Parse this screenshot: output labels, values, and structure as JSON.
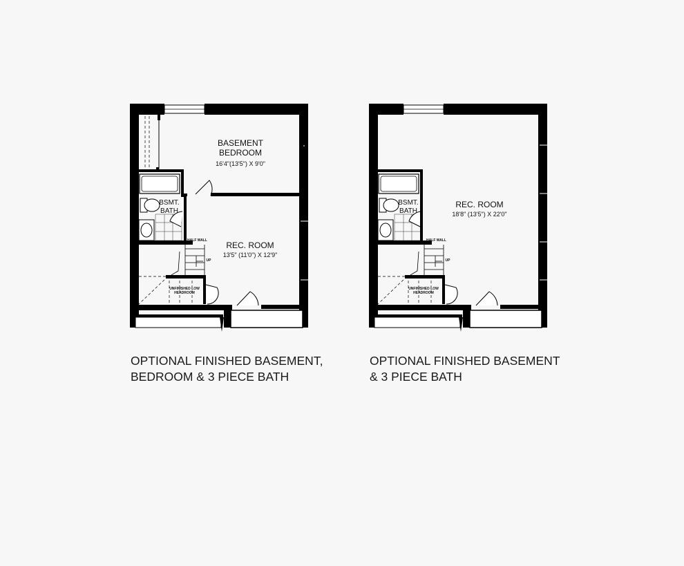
{
  "plan_a": {
    "bedroom_name": "BASEMENT\nBEDROOM",
    "bedroom_dims": "16'4\"(13'5\") X 9'0\"",
    "bath_name": "BSMT.\nBATH",
    "half_wall": "HALF WALL",
    "up": "UP",
    "unfinished": "UNFINISHED LOW\nHEADROOM",
    "rec_name": "REC. ROOM",
    "rec_dims": "13'5\" (11'0\") X 12'9\"",
    "caption": "OPTIONAL FINISHED BASEMENT,\nBEDROOM & 3 PIECE BATH"
  },
  "plan_b": {
    "bath_name": "BSMT.\nBATH",
    "half_wall": "HALF WALL",
    "up": "UP",
    "unfinished": "UNFINISHED LOW\nHEADROOM",
    "rec_name": "REC. ROOM",
    "rec_dims": "18'8\" (13'5\") X 22'0\"",
    "caption": "OPTIONAL FINISHED BASEMENT\n& 3 PIECE BATH"
  },
  "colors": {
    "wall": "#000000",
    "background": "#f7f7f7",
    "text": "#1a1a1a"
  }
}
